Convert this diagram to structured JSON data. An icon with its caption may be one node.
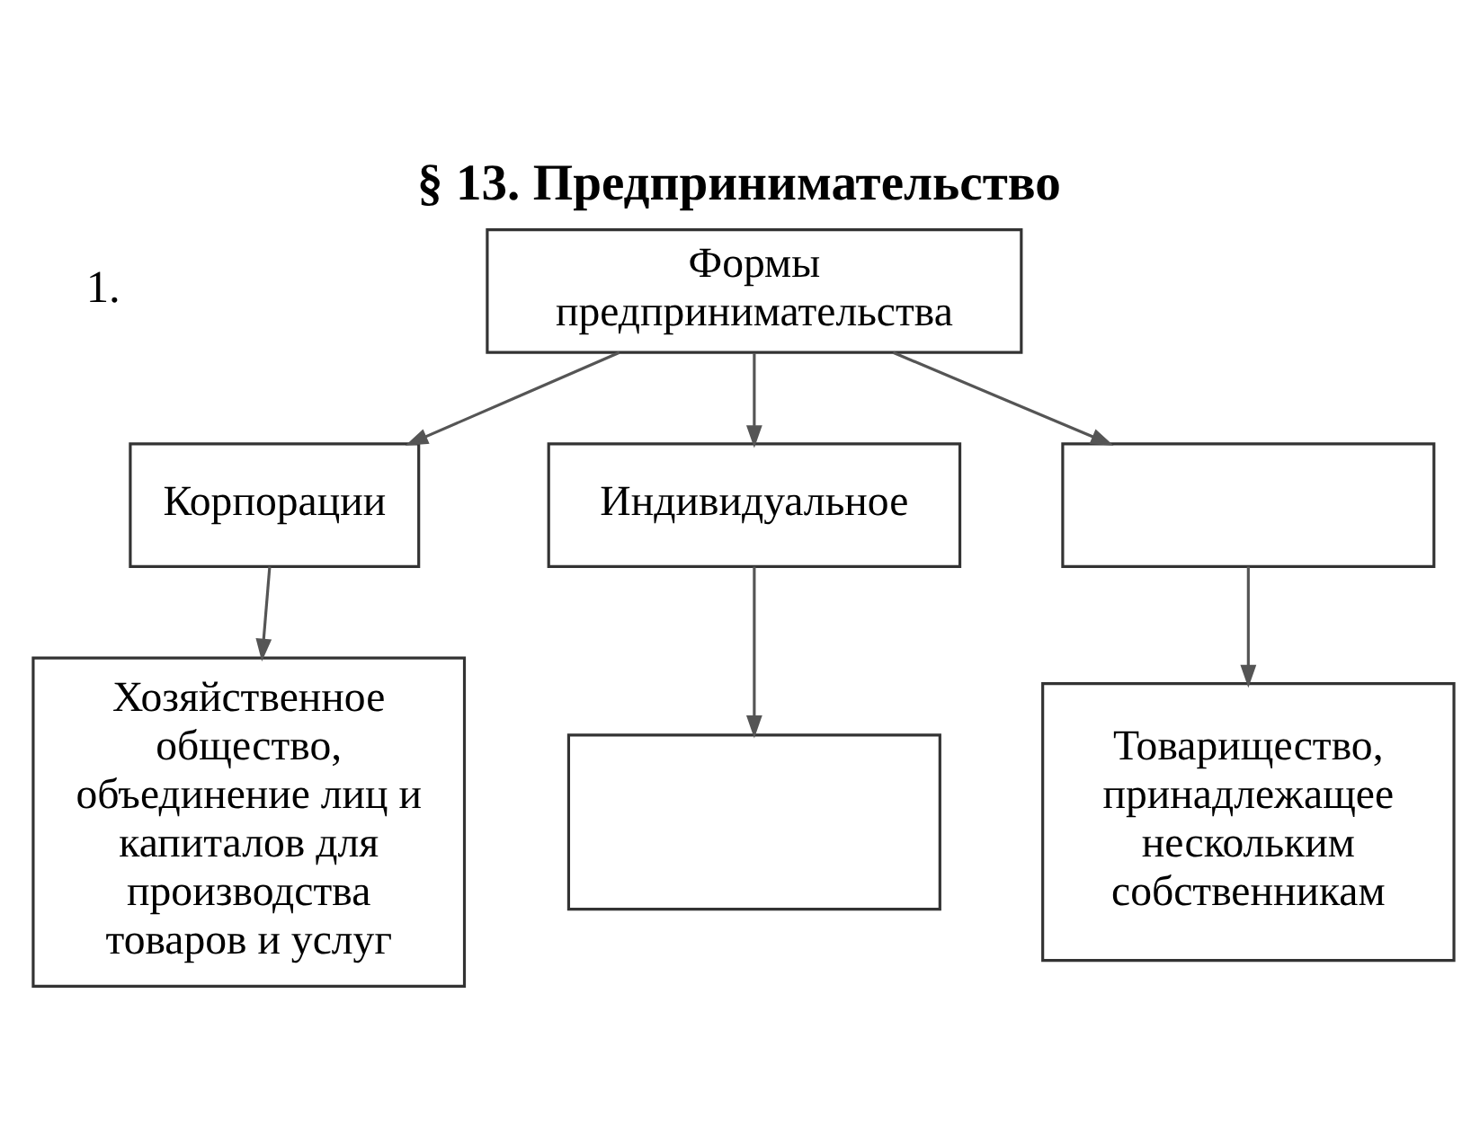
{
  "diagram": {
    "title": "§ 13. Предпринимательство",
    "nodes": [
      {
        "text": [
          "Формы предпринимательства"
        ]
      },
      {
        "text": [
          "Корпорации"
        ]
      },
      {
        "text": [
          "Индивидуальное"
        ]
      },
      {
        "text": [],
        "shape": "box"
      },
      {
        "text": [
          "Хозяйственное общество, объединение лиц и капиталов для производства товаров и услуг"
        ]
      },
      {
        "text": [],
        "shape": "box"
      },
      {
        "text": [
          "Товарищество, принадлежащее нескольким собственникам"
        ]
      }
    ],
    "edges": [
      {
        "from": 0,
        "to": 1,
        "arrow": "to"
      },
      {
        "from": 0,
        "to": 2,
        "arrow": "to"
      },
      {
        "from": 0,
        "to": 3,
        "arrow": "to"
      },
      {
        "from": 1,
        "to": 4,
        "arrow": "to"
      },
      {
        "from": 2,
        "to": 5,
        "arrow": "to"
      },
      {
        "from": 3,
        "to": 6,
        "arrow": "to"
      }
    ],
    "labels": [
      "1."
    ]
  }
}
